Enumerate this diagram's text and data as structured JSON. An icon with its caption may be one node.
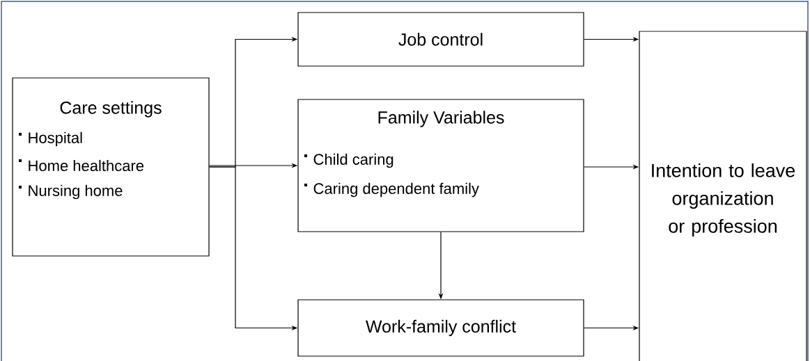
{
  "diagram": {
    "nodes": [
      {
        "text": [
          "Care settings",
          "Hospital",
          "Home healthcare",
          "Nursing home"
        ]
      },
      {
        "text": [
          "Job control"
        ]
      },
      {
        "text": [
          "Family Variables",
          "Child caring",
          "Caring dependent family"
        ]
      },
      {
        "text": [
          "Work-family conflict"
        ]
      },
      {
        "text": [
          "Intention to leave organization or profession"
        ]
      }
    ],
    "edges": [
      {
        "from": 0,
        "to": 1,
        "arrow": "to"
      },
      {
        "from": 0,
        "to": 2,
        "arrow": "to"
      },
      {
        "from": 0,
        "to": 3,
        "arrow": "to"
      },
      {
        "from": 2,
        "to": 3,
        "arrow": "to"
      },
      {
        "from": 1,
        "to": 4,
        "arrow": "to"
      },
      {
        "from": 2,
        "to": 4,
        "arrow": "to"
      },
      {
        "from": 3,
        "to": 4,
        "arrow": "to"
      }
    ]
  }
}
